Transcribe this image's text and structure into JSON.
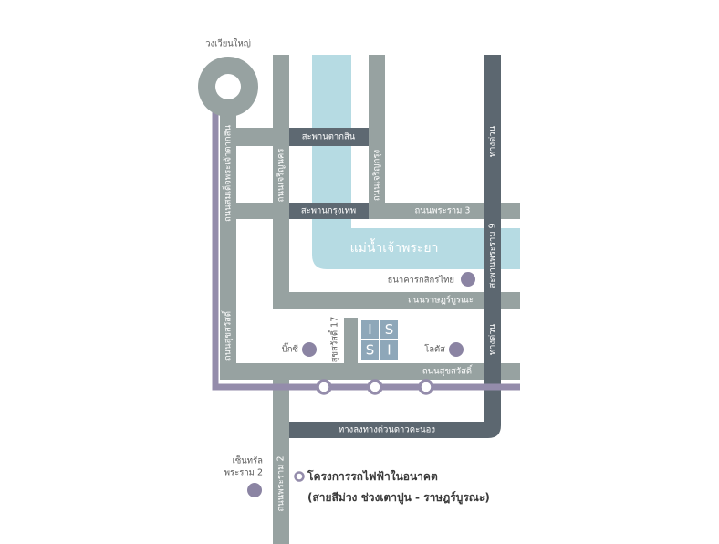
{
  "map": {
    "roundabout_label": "วงเวียนใหญ่",
    "river_label": "แม่น้ำเจ้าพระยา",
    "roads": {
      "taksin_road": "ถนนสมเด็จพระเจ้าตากสิน",
      "charoen_nakhon": "ถนนเจริญนคร",
      "charoen_krung": "ถนนเจริญกรุง",
      "taksin_bridge": "สะพานตากสิน",
      "krungthep_bridge": "สะพานกรุงเทพ",
      "rama3": "ถนนพระราม 3",
      "rat_burana": "ถนนราษฎร์บูรณะ",
      "suksawat_vertical": "ถนนสุขสวัสดิ์",
      "suksawat_horizontal": "ถนนสุขสวัสดิ์",
      "suksawat_17": "สุขสวัสดิ์ 17",
      "rama2": "ถนนพระราม 2"
    },
    "expressway": {
      "upper_label": "ทางด่วน",
      "bridge_label": "สะพานพระราม 9",
      "lower_label": "ทางด่วน",
      "exit_label": "ทางลงทางด่วนดาวคะนอง"
    },
    "places": {
      "kasikorn": "ธนาคารกสิกรไทย",
      "bigc": "บิ๊กซี",
      "lotus": "โลตัส",
      "central_line1": "เซ็นทรัล",
      "central_line2": "พระราม 2"
    },
    "project_logo": [
      "I",
      "S",
      "S",
      "I"
    ]
  },
  "legend": {
    "line1": "โครงการรถไฟฟ้าในอนาคต",
    "line2": "(สายสีม่วง ช่วงเตาปูน - ราษฎร์บูรณะ)"
  },
  "colors": {
    "road": "#97a2a1",
    "expressway": "#5c6770",
    "river": "#b6dbe3",
    "purple_line": "#948cab",
    "place_marker": "#8b84a3",
    "logo": "#8ea7b9"
  }
}
